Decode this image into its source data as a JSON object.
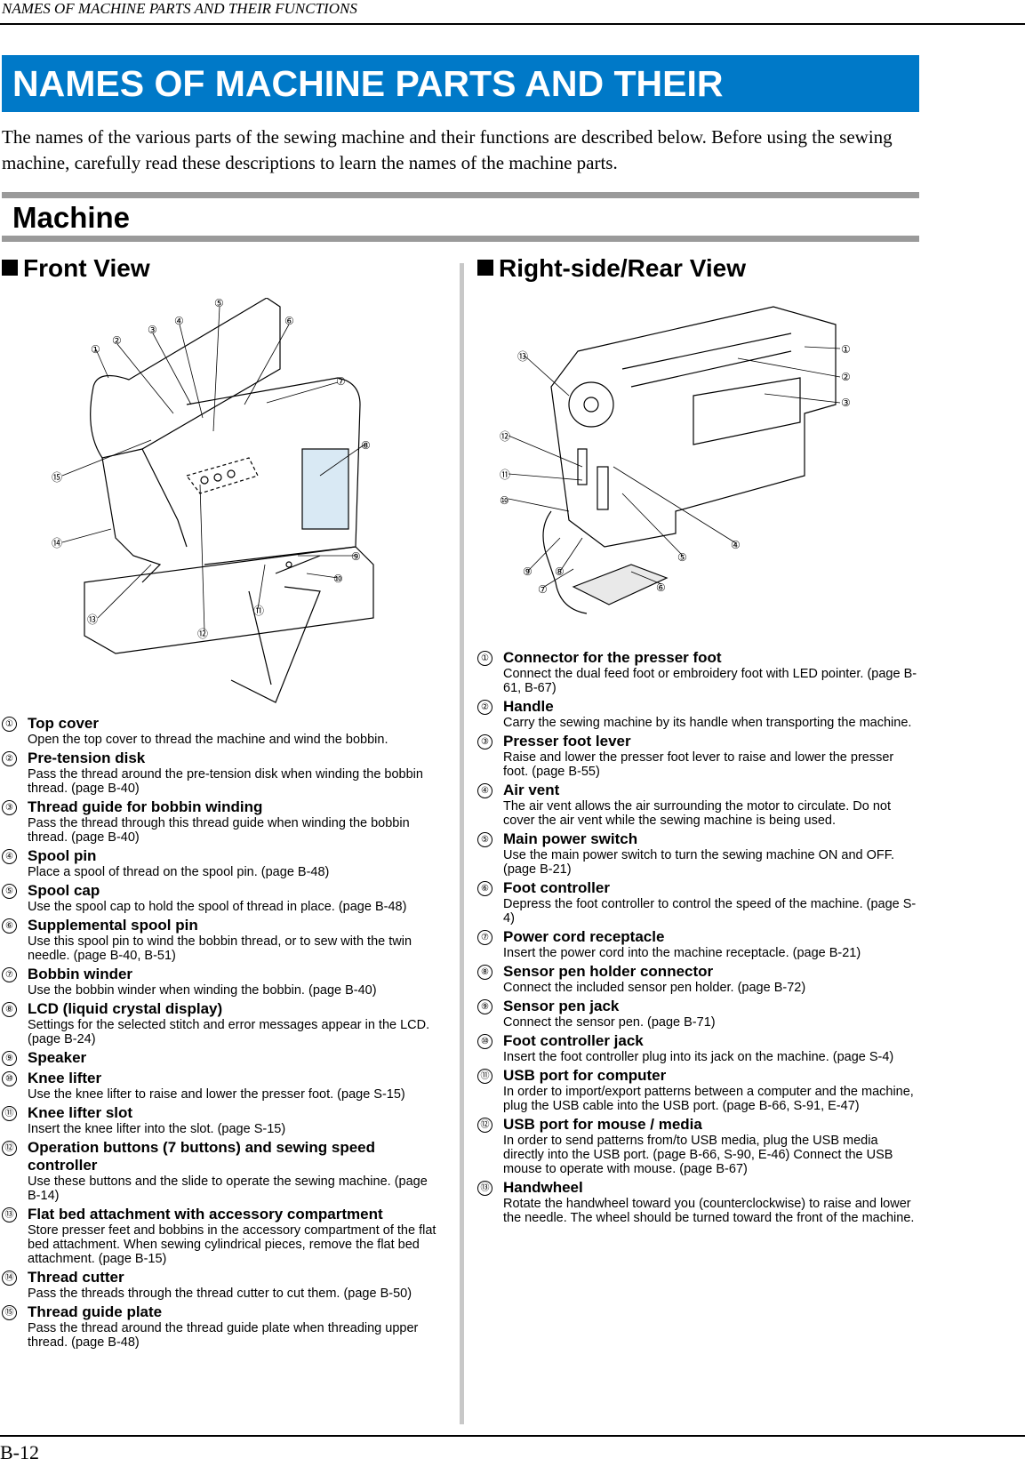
{
  "running_head": "NAMES OF MACHINE PARTS AND THEIR FUNCTIONS",
  "title": "NAMES OF MACHINE PARTS AND THEIR FUNCTIONS",
  "intro": "The names of the various parts of the sewing machine and their functions are described below. Before using the sewing machine, carefully read these descriptions to learn the names of the machine parts.",
  "section": "Machine",
  "front_view": {
    "heading": "Front View",
    "callouts": [
      "①",
      "②",
      "③",
      "④",
      "⑤",
      "⑥",
      "⑦",
      "⑧",
      "⑨",
      "⑩",
      "⑪",
      "⑫",
      "⑬",
      "⑭",
      "⑮"
    ],
    "items": [
      {
        "num": "①",
        "name": "Top cover",
        "desc": "Open the top cover to thread the machine and wind the bobbin."
      },
      {
        "num": "②",
        "name": "Pre-tension disk",
        "desc": "Pass the thread around the pre-tension disk when winding the bobbin thread. (page B-40)"
      },
      {
        "num": "③",
        "name": "Thread guide for bobbin winding",
        "desc": "Pass the thread through this thread guide when winding the bobbin thread. (page B-40)"
      },
      {
        "num": "④",
        "name": "Spool pin",
        "desc": "Place a spool of thread on the spool pin. (page B-48)"
      },
      {
        "num": "⑤",
        "name": "Spool cap",
        "desc": "Use the spool cap to hold the spool of thread in place. (page B-48)"
      },
      {
        "num": "⑥",
        "name": "Supplemental spool pin",
        "desc": "Use this spool pin to wind the bobbin thread, or to sew with the twin needle. (page B-40, B-51)"
      },
      {
        "num": "⑦",
        "name": "Bobbin winder",
        "desc": "Use the bobbin winder when winding the bobbin. (page B-40)"
      },
      {
        "num": "⑧",
        "name": "LCD (liquid crystal display)",
        "desc": "Settings for the selected stitch and error messages appear in the LCD. (page B-24)"
      },
      {
        "num": "⑨",
        "name": "Speaker",
        "desc": ""
      },
      {
        "num": "⑩",
        "name": "Knee lifter",
        "desc": "Use the knee lifter to raise and lower the presser foot. (page S-15)"
      },
      {
        "num": "⑪",
        "name": "Knee lifter slot",
        "desc": "Insert the knee lifter into the slot. (page S-15)"
      },
      {
        "num": "⑫",
        "name": "Operation buttons (7 buttons) and sewing speed controller",
        "desc": "Use these buttons and the slide to operate the sewing machine. (page B-14)"
      },
      {
        "num": "⑬",
        "name": "Flat bed attachment with accessory compartment",
        "desc": "Store presser feet and bobbins in the accessory compartment of the flat bed attachment. When sewing cylindrical pieces, remove the flat bed attachment. (page B-15)"
      },
      {
        "num": "⑭",
        "name": "Thread cutter",
        "desc": "Pass the threads through the thread cutter to cut them. (page B-50)"
      },
      {
        "num": "⑮",
        "name": "Thread guide plate",
        "desc": "Pass the thread around the thread guide plate when threading upper thread. (page B-48)"
      }
    ]
  },
  "rear_view": {
    "heading": "Right-side/Rear View",
    "callouts": [
      "①",
      "②",
      "③",
      "④",
      "⑤",
      "⑥",
      "⑦",
      "⑧",
      "⑨",
      "⑩",
      "⑪",
      "⑫",
      "⑬"
    ],
    "items": [
      {
        "num": "①",
        "name": "Connector for the presser foot",
        "desc": "Connect the dual feed foot or embroidery foot with LED pointer. (page B-61, B-67)"
      },
      {
        "num": "②",
        "name": "Handle",
        "desc": "Carry the sewing machine by its handle when transporting the machine."
      },
      {
        "num": "③",
        "name": "Presser foot lever",
        "desc": "Raise and lower the presser foot lever to raise and lower the presser foot. (page B-55)"
      },
      {
        "num": "④",
        "name": "Air vent",
        "desc": "The air vent allows the air surrounding the motor to circulate. Do not cover the air vent while the sewing machine is being used."
      },
      {
        "num": "⑤",
        "name": "Main power switch",
        "desc": "Use the main power switch to turn the sewing machine ON and OFF. (page B-21)"
      },
      {
        "num": "⑥",
        "name": "Foot controller",
        "desc": "Depress the foot controller to control the speed of the machine. (page S-4)"
      },
      {
        "num": "⑦",
        "name": "Power cord receptacle",
        "desc": "Insert the power cord into the machine receptacle. (page B-21)"
      },
      {
        "num": "⑧",
        "name": "Sensor pen holder connector",
        "desc": "Connect the included sensor pen holder. (page B-72)"
      },
      {
        "num": "⑨",
        "name": "Sensor pen jack",
        "desc": "Connect the sensor pen. (page B-71)"
      },
      {
        "num": "⑩",
        "name": "Foot controller jack",
        "desc": "Insert the foot controller plug into its jack on the machine. (page S-4)"
      },
      {
        "num": "⑪",
        "name": "USB port for computer",
        "desc": "In order to import/export patterns between a computer and the machine, plug the USB cable into the USB port. (page B-66, S-91, E-47)"
      },
      {
        "num": "⑫",
        "name": "USB port for mouse / media",
        "desc": "In order to send patterns from/to USB media, plug the USB media directly into the USB port. (page B-66, S-90, E-46) Connect the USB mouse to operate with mouse. (page B-67)"
      },
      {
        "num": "⑬",
        "name": "Handwheel",
        "desc": "Rotate the handwheel toward you (counterclockwise) to raise and lower the needle. The wheel should be turned toward the front of the machine."
      }
    ]
  },
  "page_number": "B-12"
}
